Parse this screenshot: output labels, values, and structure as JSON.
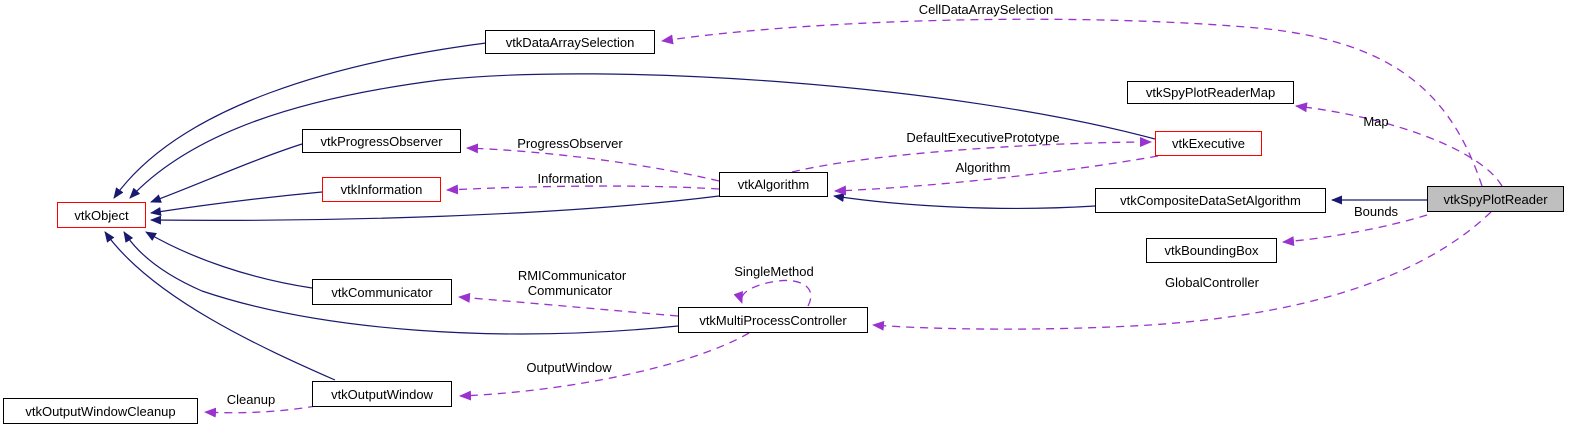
{
  "diagram": {
    "type": "doxygen-collaboration-graph",
    "current_class": "vtkSpyPlotReader",
    "nodes": {
      "dataArraySelection": {
        "label": "vtkDataArraySelection"
      },
      "spyPlotReaderMap": {
        "label": "vtkSpyPlotReaderMap"
      },
      "progressObserver": {
        "label": "vtkProgressObserver"
      },
      "executive": {
        "label": "vtkExecutive"
      },
      "information": {
        "label": "vtkInformation"
      },
      "algorithm": {
        "label": "vtkAlgorithm"
      },
      "object": {
        "label": "vtkObject"
      },
      "compositeDataSetAlgorithm": {
        "label": "vtkCompositeDataSetAlgorithm"
      },
      "spyPlotReader": {
        "label": "vtkSpyPlotReader"
      },
      "boundingBox": {
        "label": "vtkBoundingBox"
      },
      "communicator": {
        "label": "vtkCommunicator"
      },
      "multiProcessController": {
        "label": "vtkMultiProcessController"
      },
      "outputWindow": {
        "label": "vtkOutputWindow"
      },
      "outputWindowCleanup": {
        "label": "vtkOutputWindowCleanup"
      }
    },
    "edge_labels": {
      "cellDataArraySelection": "CellDataArraySelection",
      "map": "Map",
      "progressObserver": "ProgressObserver",
      "defaultExecutivePrototype": "DefaultExecutivePrototype",
      "algorithm": "Algorithm",
      "information": "Information",
      "bounds": "Bounds",
      "globalController": "GlobalController",
      "singleMethod": "SingleMethod",
      "rmiCommunicator": "RMICommunicator",
      "communicator": "Communicator",
      "outputWindow": "OutputWindow",
      "cleanup": "Cleanup"
    },
    "colors": {
      "inheritance_edge": "#191970",
      "usage_edge": "#9a32cd",
      "truncated_node_border": "#ff0000",
      "node_border": "#000000",
      "node_fill": "#ffffff",
      "current_node_fill": "#bfbfbf",
      "background": "#ffffff"
    }
  }
}
